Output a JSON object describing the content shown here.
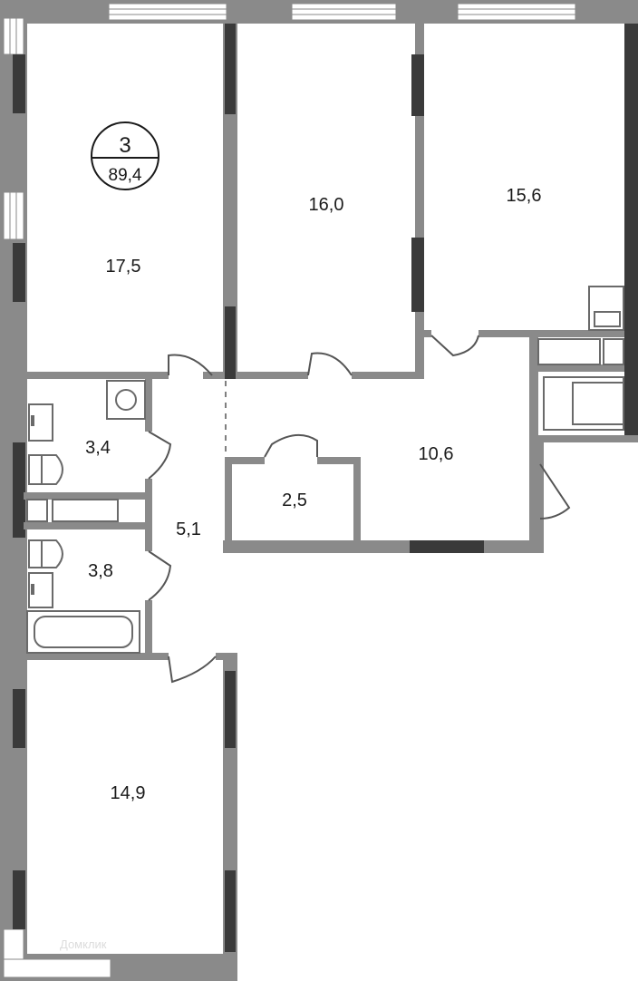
{
  "apartment": {
    "rooms_count": "3",
    "total_area": "89,4"
  },
  "rooms": {
    "bedroom_top_left": "17,5",
    "bedroom_top_middle": "16,0",
    "bedroom_top_right": "15,6",
    "bathroom_upper": "3,4",
    "bathroom_lower": "3,8",
    "corridor": "5,1",
    "storage": "2,5",
    "hall": "10,6",
    "bedroom_bottom": "14,9"
  },
  "watermark": "Домклик",
  "colors": {
    "wall": "#8a8a8a",
    "wall_dark": "#3a3a3a",
    "background": "#ffffff"
  }
}
